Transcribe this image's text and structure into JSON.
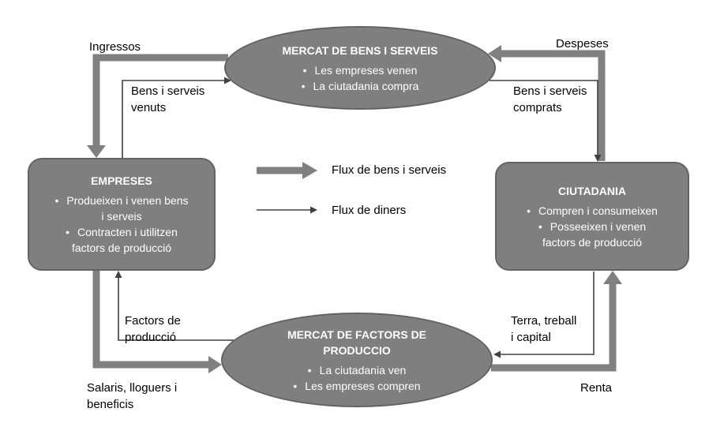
{
  "nodes": {
    "mercat_bens": {
      "title": "MERCAT DE BENS I SERVEIS",
      "bullets": [
        "Les empreses venen",
        "La ciutadania compra"
      ]
    },
    "empreses": {
      "title": "EMPRESES",
      "bullets": [
        "Produeixen i venen bens\ni serveis",
        "Contracten i utilitzen\nfactors de producció"
      ]
    },
    "ciutadania": {
      "title": "CIUTADANIA",
      "bullets": [
        "Compren i consumeixen",
        "Posseeixen i venen\nfactors de producció"
      ]
    },
    "mercat_factors": {
      "title": "MERCAT DE FACTORS DE\nPRODUCCIO",
      "bullets": [
        "La ciutadania ven",
        "Les empreses compren"
      ]
    }
  },
  "flow_labels": {
    "ingressos": "Ingressos",
    "despeses": "Despeses",
    "bens_venuts": "Bens i serveis\nvenuts",
    "bens_comprats": "Bens i serveis\ncomprats",
    "factors_produccio": "Factors de\nproducció",
    "terra_treball": "Terra, treball\ni capital",
    "salaris": "Salaris, lloguers i\nbeneficis",
    "renta": "Renta"
  },
  "legend": {
    "goods_label": "Flux de bens i serveis",
    "money_label": "Flux de diners"
  },
  "colors": {
    "background": "#ffffff",
    "node_fill": "#7f7f7f",
    "node_border": "#636363",
    "node_text": "#ffffff",
    "thick_arrow": "#808080",
    "thin_arrow": "#404040",
    "label_text": "#000000"
  }
}
